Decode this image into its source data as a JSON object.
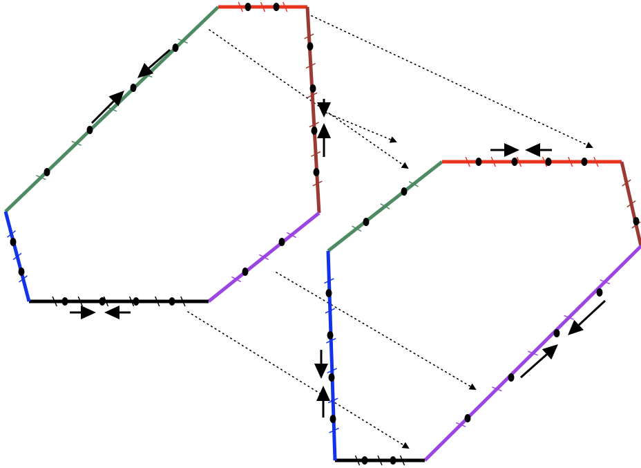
{
  "colors": {
    "green": "#4e8a62",
    "red": "#e8331f",
    "brown": "#9b3a32",
    "blue": "#1233e8",
    "black": "#000000",
    "purple": "#9b45e2",
    "dots": "#000000"
  },
  "polygons": [
    {
      "id": "left",
      "edges": [
        {
          "name": "green-edge",
          "color": "green",
          "ticks": 5
        },
        {
          "name": "red-edge",
          "color": "red",
          "ticks": 3
        },
        {
          "name": "brown-edge",
          "color": "brown",
          "ticks": 6
        },
        {
          "name": "purple-edge",
          "color": "purple",
          "ticks": 3
        },
        {
          "name": "black-edge",
          "color": "black",
          "ticks": 6
        },
        {
          "name": "blue-edge",
          "color": "blue",
          "ticks": 3
        }
      ]
    },
    {
      "id": "right",
      "edges": [
        {
          "name": "green-edge",
          "color": "green",
          "ticks": 3
        },
        {
          "name": "red-edge",
          "color": "red",
          "ticks": 6
        },
        {
          "name": "brown-edge",
          "color": "brown",
          "ticks": 3
        },
        {
          "name": "purple-edge",
          "color": "purple",
          "ticks": 5
        },
        {
          "name": "black-edge",
          "color": "black",
          "ticks": 3
        },
        {
          "name": "blue-edge",
          "color": "blue",
          "ticks": 6
        }
      ]
    }
  ],
  "mappings": [
    {
      "name": "green-to-red-map"
    },
    {
      "name": "red-to-green-map"
    },
    {
      "name": "brown-to-green-map"
    },
    {
      "name": "purple-to-purple-map"
    },
    {
      "name": "black-to-black-map"
    }
  ]
}
